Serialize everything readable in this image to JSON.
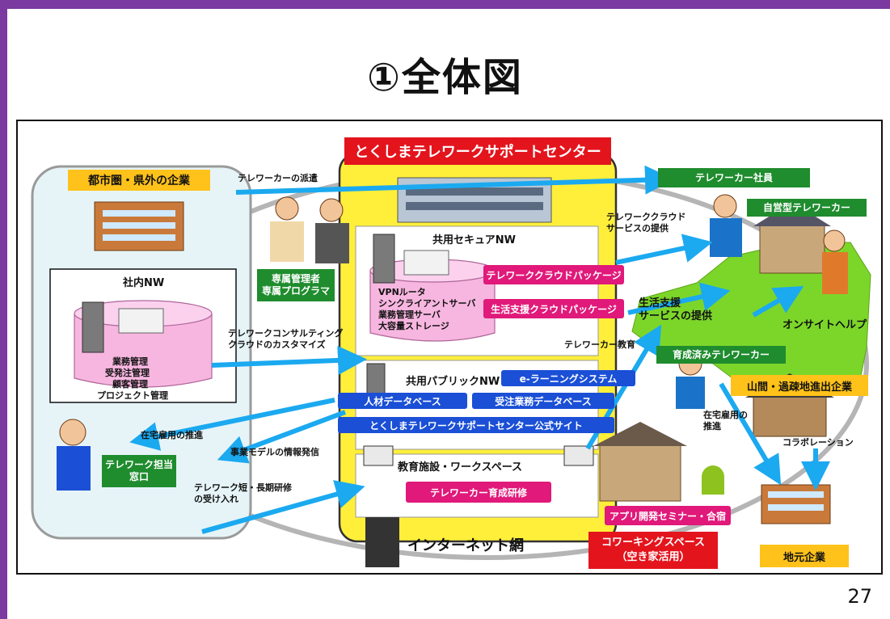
{
  "title": "①全体図",
  "page_number": "27",
  "center": {
    "name": "とくしまテレワークサポートセンター",
    "secure_nw": "共用セキュアNW",
    "servers": [
      "VPNルータ",
      "シンクライアントサーバ",
      "業務管理サーバ",
      "大容量ストレージ"
    ],
    "cloud_packages": [
      "テレワーククラウドパッケージ",
      "生活支援クラウドパッケージ"
    ],
    "public_nw": "共用パブリックNW",
    "public_items": [
      "e-ラーニングシステム",
      "人材データベース",
      "受注業務データベース",
      "とくしまテレワークサポートセンター公式サイト"
    ],
    "education": "教育施設・ワークスペース",
    "training": "テレワーカー育成研修",
    "staff": [
      "専属管理者",
      "専属プログラマ"
    ]
  },
  "left": {
    "companies": "都市圏・県外の企業",
    "internal_nw": "社内NW",
    "internal_items": [
      "業務管理",
      "受発注管理",
      "顧客管理",
      "プロジェクト管理"
    ],
    "window": [
      "テレワーク担当",
      "窓口"
    ]
  },
  "arrows": {
    "dispatch": "テレワーカーの派遣",
    "consulting": [
      "テレワークコンサルティング",
      "クラウドのカスタマイズ"
    ],
    "home_employment": "在宅雇用の推進",
    "info": "事業モデルの情報発信",
    "training_accept": [
      "テレワーク短・長期研修",
      "の受け入れ"
    ],
    "cloud_service": [
      "テレワーククラウド",
      "サービスの提供"
    ],
    "life_service": [
      "生活支援",
      "サービスの提供"
    ],
    "education": "テレワーカー教育",
    "home_employment_right": [
      "在宅雇用の",
      "推進"
    ],
    "collaboration": "コラボレーション",
    "internet": "インターネット網"
  },
  "right": {
    "employee": "テレワーカー社員",
    "self_employed": "自営型テレワーカー",
    "onsite": "オンサイトヘルプ",
    "trained": "育成済みテレワーカー",
    "mountain": "山間・過疎地進出企業",
    "local": "地元企業",
    "coworking": [
      "コワーキングスペース",
      "（空き家活用）"
    ],
    "seminar": "アプリ開発セミナー・合宿"
  },
  "colors": {
    "frame": "#7a3aa0",
    "yellow": "#ffef3a",
    "green": "#1f8c2e",
    "blue": "#1a4fd6",
    "pink": "#e0197a",
    "arrow": "#1ba9f0",
    "red": "#e4141d",
    "map": "#7cd62a"
  }
}
